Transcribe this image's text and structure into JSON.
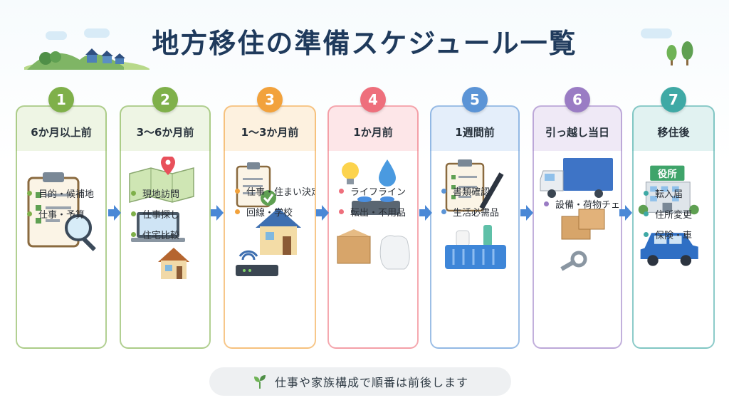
{
  "title": "地方移住の準備スケジュール一覧",
  "steps": [
    {
      "num": "1",
      "period": "6か月以上前",
      "color": "#7fb04a",
      "tint": "#eef5e4",
      "items": [
        "目的・候補地",
        "仕事・予算"
      ]
    },
    {
      "num": "2",
      "period": "3〜6か月前",
      "color": "#7fb04a",
      "tint": "#eef5e4",
      "items": [
        "現地訪問",
        "仕事探し",
        "住宅比較"
      ]
    },
    {
      "num": "3",
      "period": "1〜3か月前",
      "color": "#f2a23c",
      "tint": "#fdf1df",
      "items": [
        "仕事・住まい決定",
        "回線・学校"
      ]
    },
    {
      "num": "4",
      "period": "1か月前",
      "color": "#ee6f7c",
      "tint": "#fde6e8",
      "items": [
        "ライフライン",
        "転出・不用品"
      ]
    },
    {
      "num": "5",
      "period": "1週間前",
      "color": "#5b94d6",
      "tint": "#e4eefa",
      "items": [
        "書類確認",
        "生活必需品"
      ]
    },
    {
      "num": "6",
      "period": "引っ越し当日",
      "color": "#9a7cc4",
      "tint": "#efe9f6",
      "items": [
        "設備・荷物チェック"
      ]
    },
    {
      "num": "7",
      "period": "移住後",
      "color": "#3fa9a5",
      "tint": "#e1f2f1",
      "items": [
        "転入届",
        "住所変更",
        "保険・車"
      ]
    }
  ],
  "building_sign": "役所",
  "footer": "仕事や家族構成で順番は前後します",
  "colors": {
    "arrow": "#4a88d6",
    "title": "#1f3a5c"
  }
}
